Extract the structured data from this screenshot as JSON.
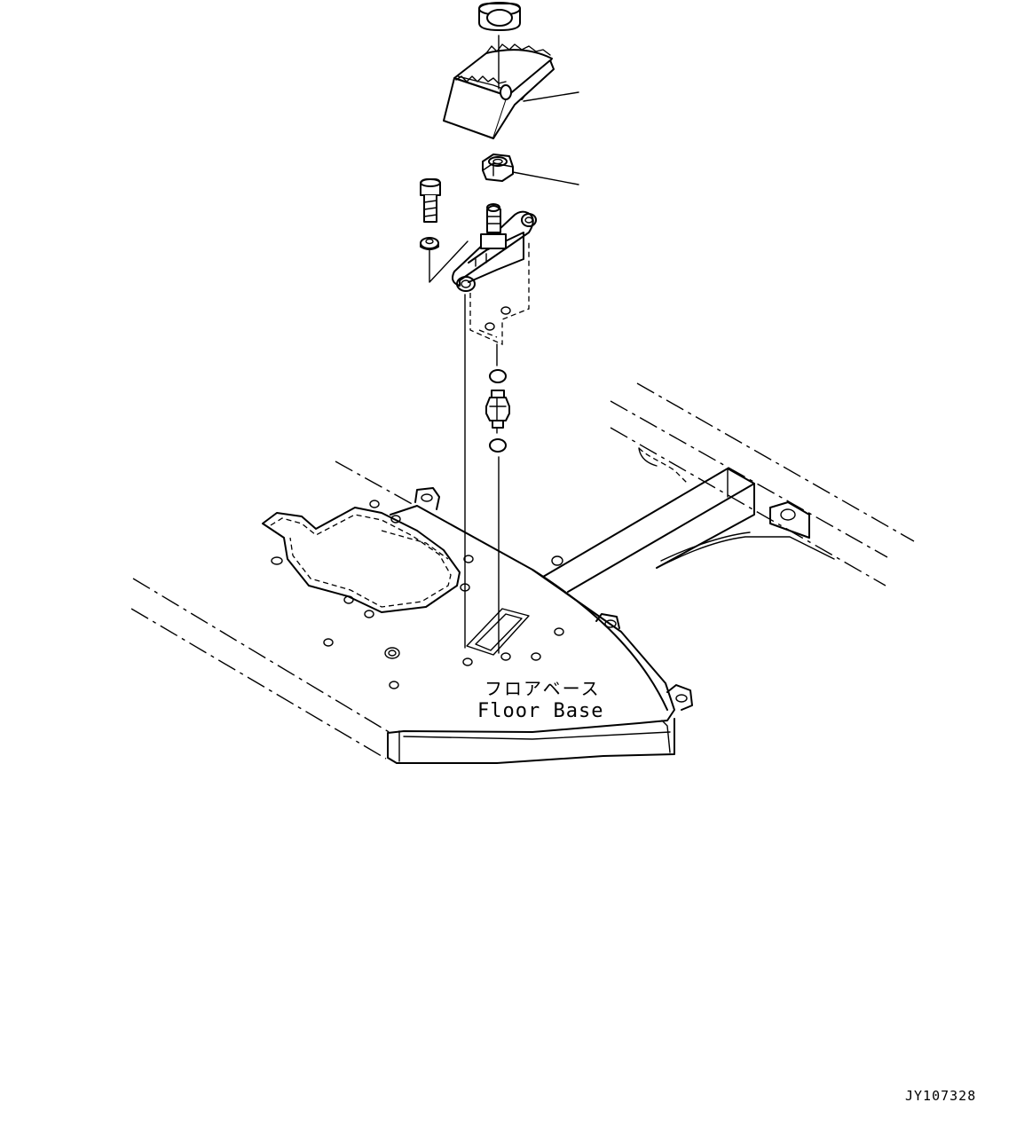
{
  "label_jp": "フロアベース",
  "label_en": "Floor Base",
  "figure_id": "JY107328"
}
